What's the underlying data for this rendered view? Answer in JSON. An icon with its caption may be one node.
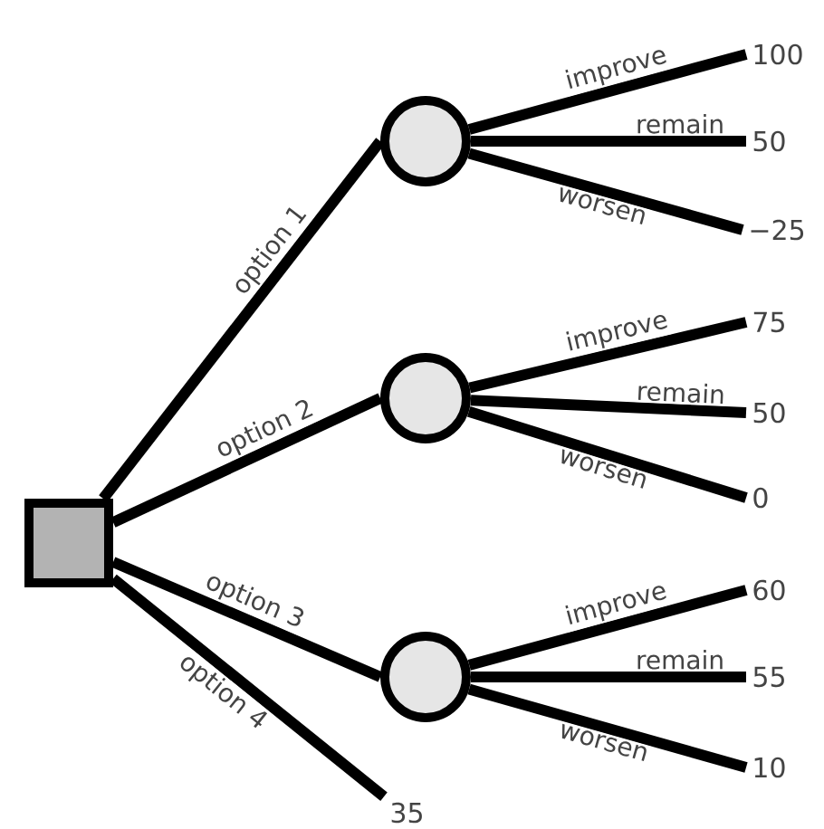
{
  "diagram": {
    "nodes": [
      {
        "text": [],
        "shape": "box"
      },
      {
        "text": [],
        "shape": "circle"
      },
      {
        "text": [],
        "shape": "circle"
      },
      {
        "text": [],
        "shape": "circle"
      },
      {
        "text": [
          "100"
        ]
      },
      {
        "text": [
          "50"
        ]
      },
      {
        "text": [
          "−25"
        ]
      },
      {
        "text": [
          "75"
        ]
      },
      {
        "text": [
          "50"
        ]
      },
      {
        "text": [
          "0"
        ]
      },
      {
        "text": [
          "60"
        ]
      },
      {
        "text": [
          "55"
        ]
      },
      {
        "text": [
          "10"
        ]
      },
      {
        "text": [
          "35"
        ]
      }
    ],
    "edges": [
      {
        "from": 0,
        "to": 1,
        "arrow": "none",
        "label": "option 1"
      },
      {
        "from": 0,
        "to": 2,
        "arrow": "none",
        "label": "option 2"
      },
      {
        "from": 0,
        "to": 3,
        "arrow": "none",
        "label": "option 3"
      },
      {
        "from": 0,
        "to": 13,
        "arrow": "none",
        "label": "option 4"
      },
      {
        "from": 1,
        "to": 4,
        "arrow": "none",
        "label": "improve"
      },
      {
        "from": 1,
        "to": 5,
        "arrow": "none",
        "label": "remain"
      },
      {
        "from": 1,
        "to": 6,
        "arrow": "none",
        "label": "worsen"
      },
      {
        "from": 2,
        "to": 7,
        "arrow": "none",
        "label": "improve"
      },
      {
        "from": 2,
        "to": 8,
        "arrow": "none",
        "label": "remain"
      },
      {
        "from": 2,
        "to": 9,
        "arrow": "none",
        "label": "worsen"
      },
      {
        "from": 3,
        "to": 10,
        "arrow": "none",
        "label": "improve"
      },
      {
        "from": 3,
        "to": 11,
        "arrow": "none",
        "label": "remain"
      },
      {
        "from": 3,
        "to": 12,
        "arrow": "none",
        "label": "worsen"
      }
    ]
  }
}
